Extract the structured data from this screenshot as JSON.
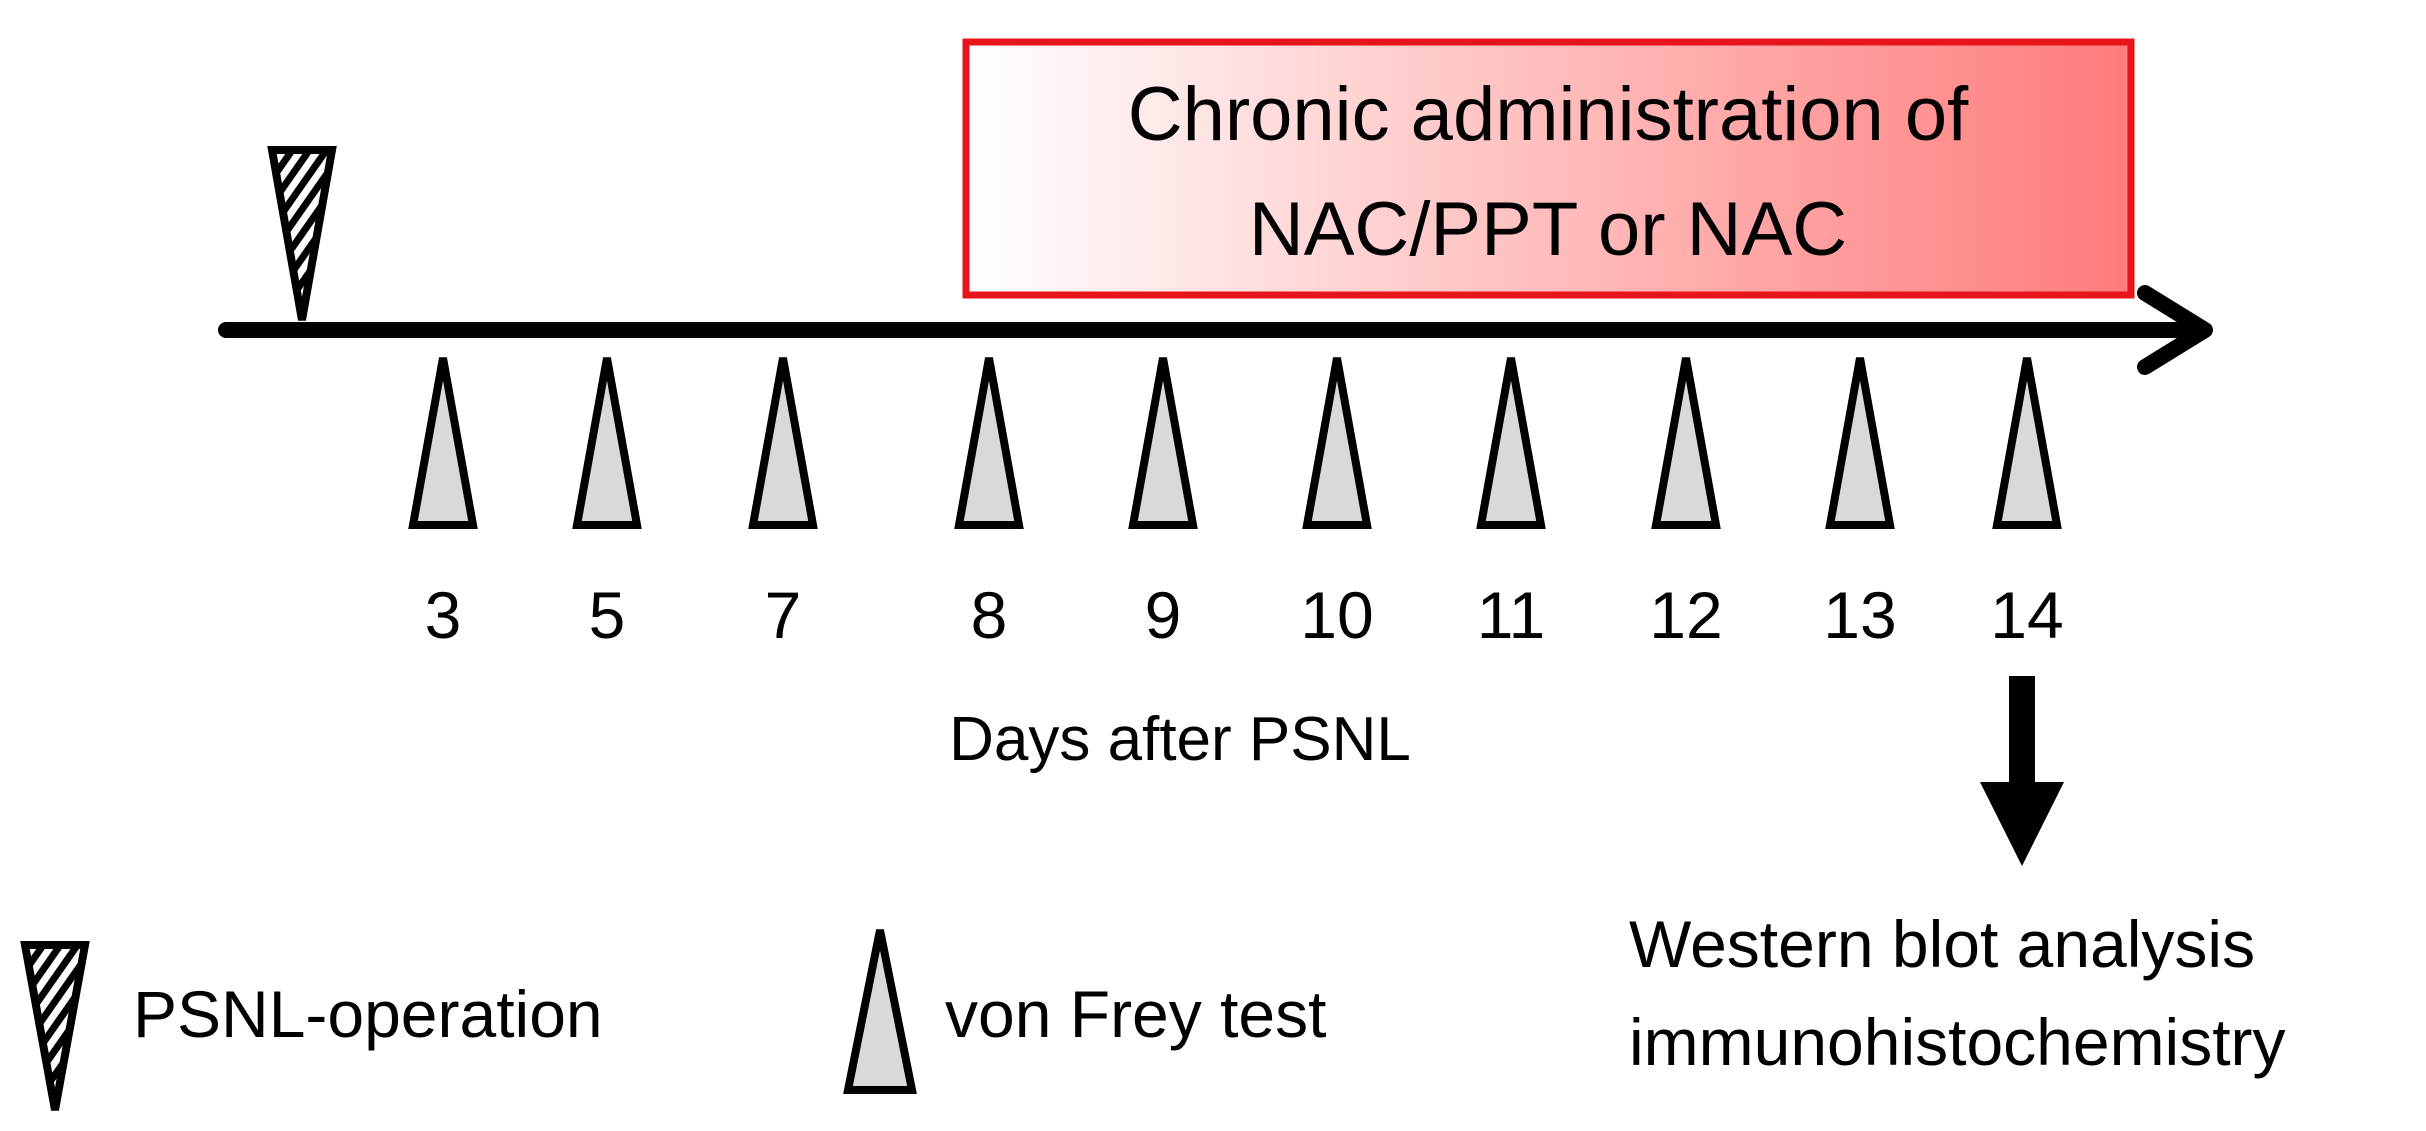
{
  "treatment_box": {
    "line1": "Chronic administration of",
    "line2": "NAC/PPT or NAC"
  },
  "day_labels": [
    "3",
    "5",
    "7",
    "8",
    "9",
    "10",
    "11",
    "12",
    "13",
    "14"
  ],
  "axis_label": "Days after PSNL",
  "outcome": {
    "line1": "Western blot analysis",
    "line2": "immunohistochemistry"
  },
  "legend": {
    "operation_label": "PSNL-operation",
    "test_label": "von Frey test"
  },
  "colors": {
    "box_border": "#e8141c",
    "box_gradient_start": "#ffffff",
    "box_gradient_end": "#ff7b7b",
    "test_marker_fill": "#d9d9d9",
    "line": "#000000"
  },
  "icons": {
    "operation_marker": "hatched-inverted-triangle-icon",
    "test_marker": "gray-triangle-icon",
    "timeline_arrow": "arrow-right-icon",
    "outcome_arrow": "arrow-down-icon"
  }
}
